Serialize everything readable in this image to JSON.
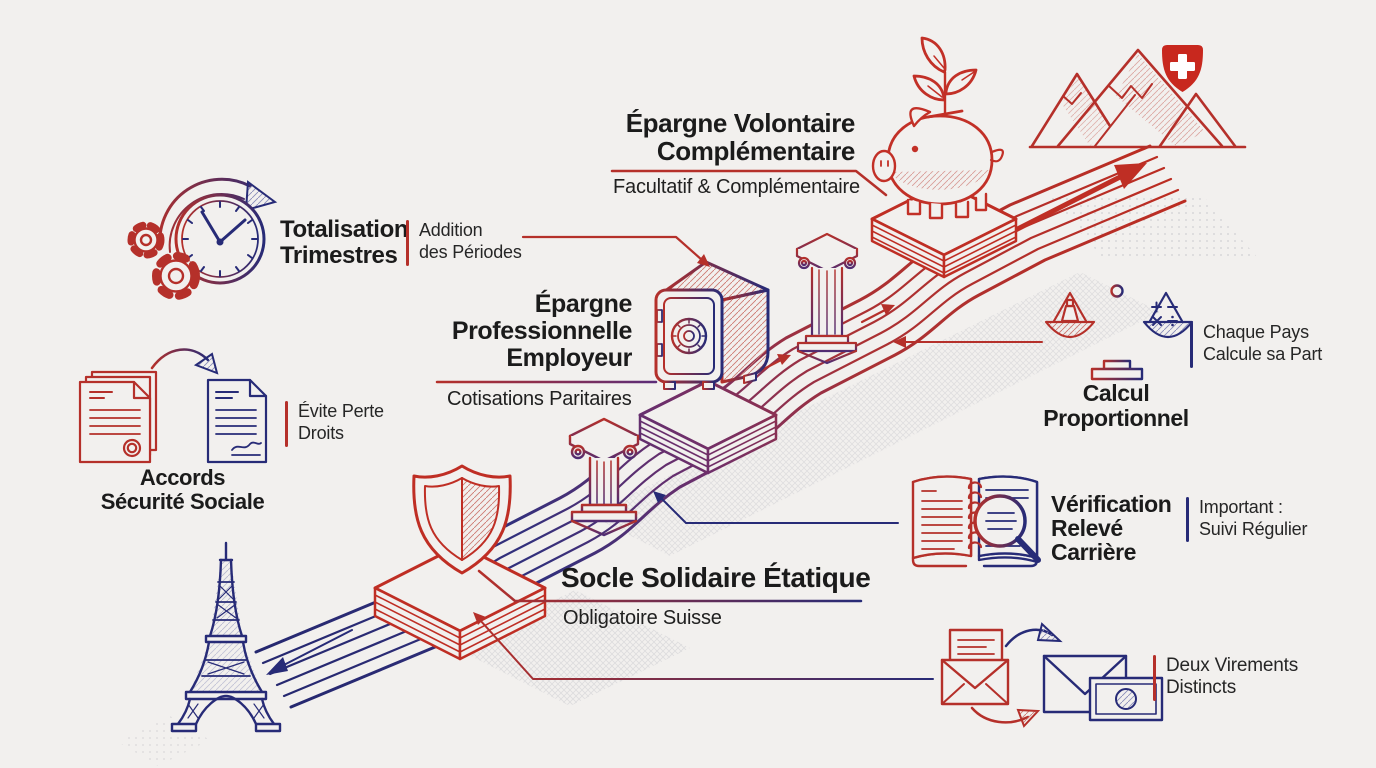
{
  "colors": {
    "red": "#b5302a",
    "navy": "#272b77",
    "ink": "#1b1b1b",
    "background": "#f2f0ee",
    "hatch": "#c7c7cc",
    "swiss_red": "#c8281e"
  },
  "labels": {
    "totalisation": {
      "line1": "Totalisation",
      "line2": "Trimestres",
      "note1": "Addition",
      "note2": "des Périodes"
    },
    "accords": {
      "line1": "Accords",
      "line2": "Sécurité Sociale",
      "note1": "Évite Perte",
      "note2": "Droits"
    },
    "epargne_pro": {
      "line1": "Épargne",
      "line2": "Professionnelle",
      "line3": "Employeur",
      "subtitle": "Cotisations Paritaires"
    },
    "epargne_vol": {
      "line1": "Épargne Volontaire",
      "line2": "Complémentaire",
      "subtitle": "Facultatif & Complémentaire"
    },
    "socle": {
      "title": "Socle Solidaire Étatique",
      "subtitle": "Obligatoire Suisse"
    },
    "calcul": {
      "line1": "Calcul",
      "line2": "Proportionnel",
      "note1": "Chaque Pays",
      "note2": "Calcule sa Part"
    },
    "verification": {
      "line1": "Vérification",
      "line2": "Relevé",
      "line3": "Carrière",
      "note1": "Important :",
      "note2": "Suivi Régulier"
    },
    "virements": {
      "note1": "Deux Virements",
      "note2": "Distincts"
    }
  },
  "icons": [
    "gears-clock-arrow-icon",
    "documents-transfer-icon",
    "eiffel-tower-icon",
    "shield-icon",
    "ionic-column-icon",
    "safe-icon",
    "piggy-bank-plant-icon",
    "scales-icon",
    "career-booklet-magnifier-icon",
    "envelopes-money-icon",
    "mountains-icon",
    "swiss-shield-icon"
  ]
}
